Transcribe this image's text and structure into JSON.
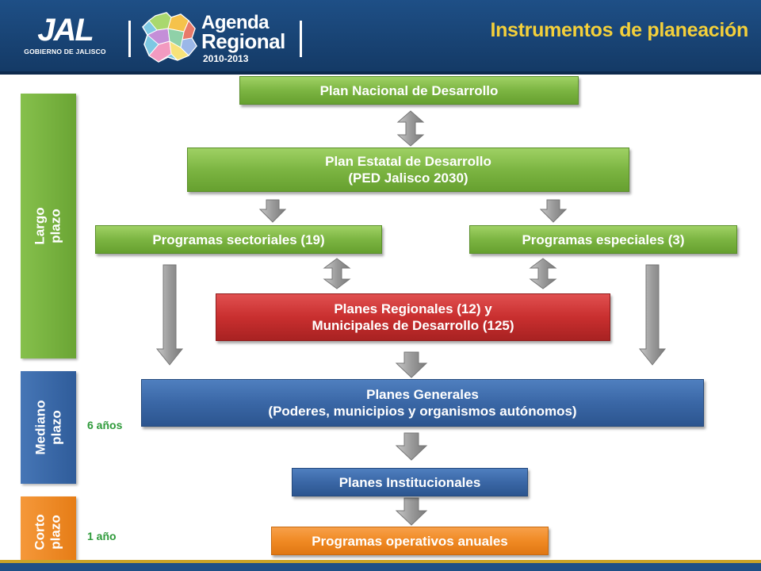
{
  "header": {
    "logo_text": "JAL",
    "logo_subtitle": "GOBIERNO DE JALISCO",
    "agenda_line1": "Agenda",
    "agenda_line2": "Regional",
    "agenda_years": "2010-2013",
    "title_word1": "Instrumentos",
    "title_word2": "de planeación"
  },
  "side_labels": {
    "largo_line1": "Largo",
    "largo_line2": "plazo",
    "mediano_line1": "Mediano",
    "mediano_line2": "plazo",
    "corto_line1": "Corto",
    "corto_line2": "plazo"
  },
  "durations": {
    "mediano": "6 años",
    "corto": "1 año"
  },
  "boxes": {
    "pnd": "Plan Nacional de Desarrollo",
    "ped_line1": "Plan Estatal de Desarrollo",
    "ped_line2": "(PED Jalisco 2030)",
    "sectoriales": "Programas sectoriales (19)",
    "especiales": "Programas especiales (3)",
    "regionales_line1": "Planes Regionales (12) y",
    "regionales_line2": "Municipales de Desarrollo (125)",
    "generales_line1": "Planes Generales",
    "generales_line2": "(Poderes, municipios y organismos autónomos)",
    "institucionales": "Planes Institucionales",
    "operativos": "Programas operativos anuales"
  },
  "colors": {
    "header_blue": "#1e4f86",
    "title_yellow": "#f4d03a",
    "green": "#7cb542",
    "red": "#c92f2f",
    "blue": "#3a67a6",
    "orange": "#f08a24",
    "arrow_gray": "#9a9a9a"
  }
}
